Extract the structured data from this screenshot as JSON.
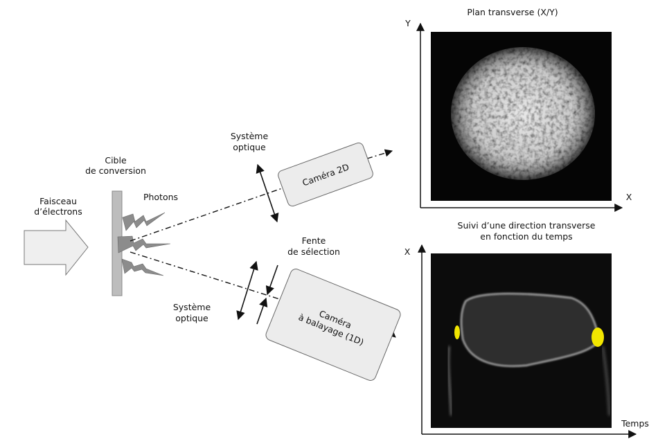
{
  "beam": {
    "line1": "Faisceau",
    "line2": "d’électrons"
  },
  "target": {
    "line1": "Cible",
    "line2": "de conversion"
  },
  "photons": "Photons",
  "optics_top": {
    "line1": "Système",
    "line2": "optique"
  },
  "optics_bottom": {
    "line1": "Système",
    "line2": "optique"
  },
  "slit": {
    "line1": "Fente",
    "line2": "de sélection"
  },
  "camera_2d": "Caméra 2D",
  "camera_streak": {
    "line1": "Caméra",
    "line2": "à balayage (1D)"
  },
  "transverse_panel": {
    "title": "Plan transverse (X/Y)",
    "y_axis": "Y",
    "x_axis": "X"
  },
  "streak_panel": {
    "title_line1": "Suivi d’une direction transverse",
    "title_line2": "en fonction du temps",
    "y_axis": "X",
    "x_axis": "Temps"
  },
  "colors": {
    "highlight": "#f2e600",
    "box_fill": "#ececec",
    "target_fill": "#bdbdbd",
    "bolt_fill": "#8c8c8c"
  }
}
